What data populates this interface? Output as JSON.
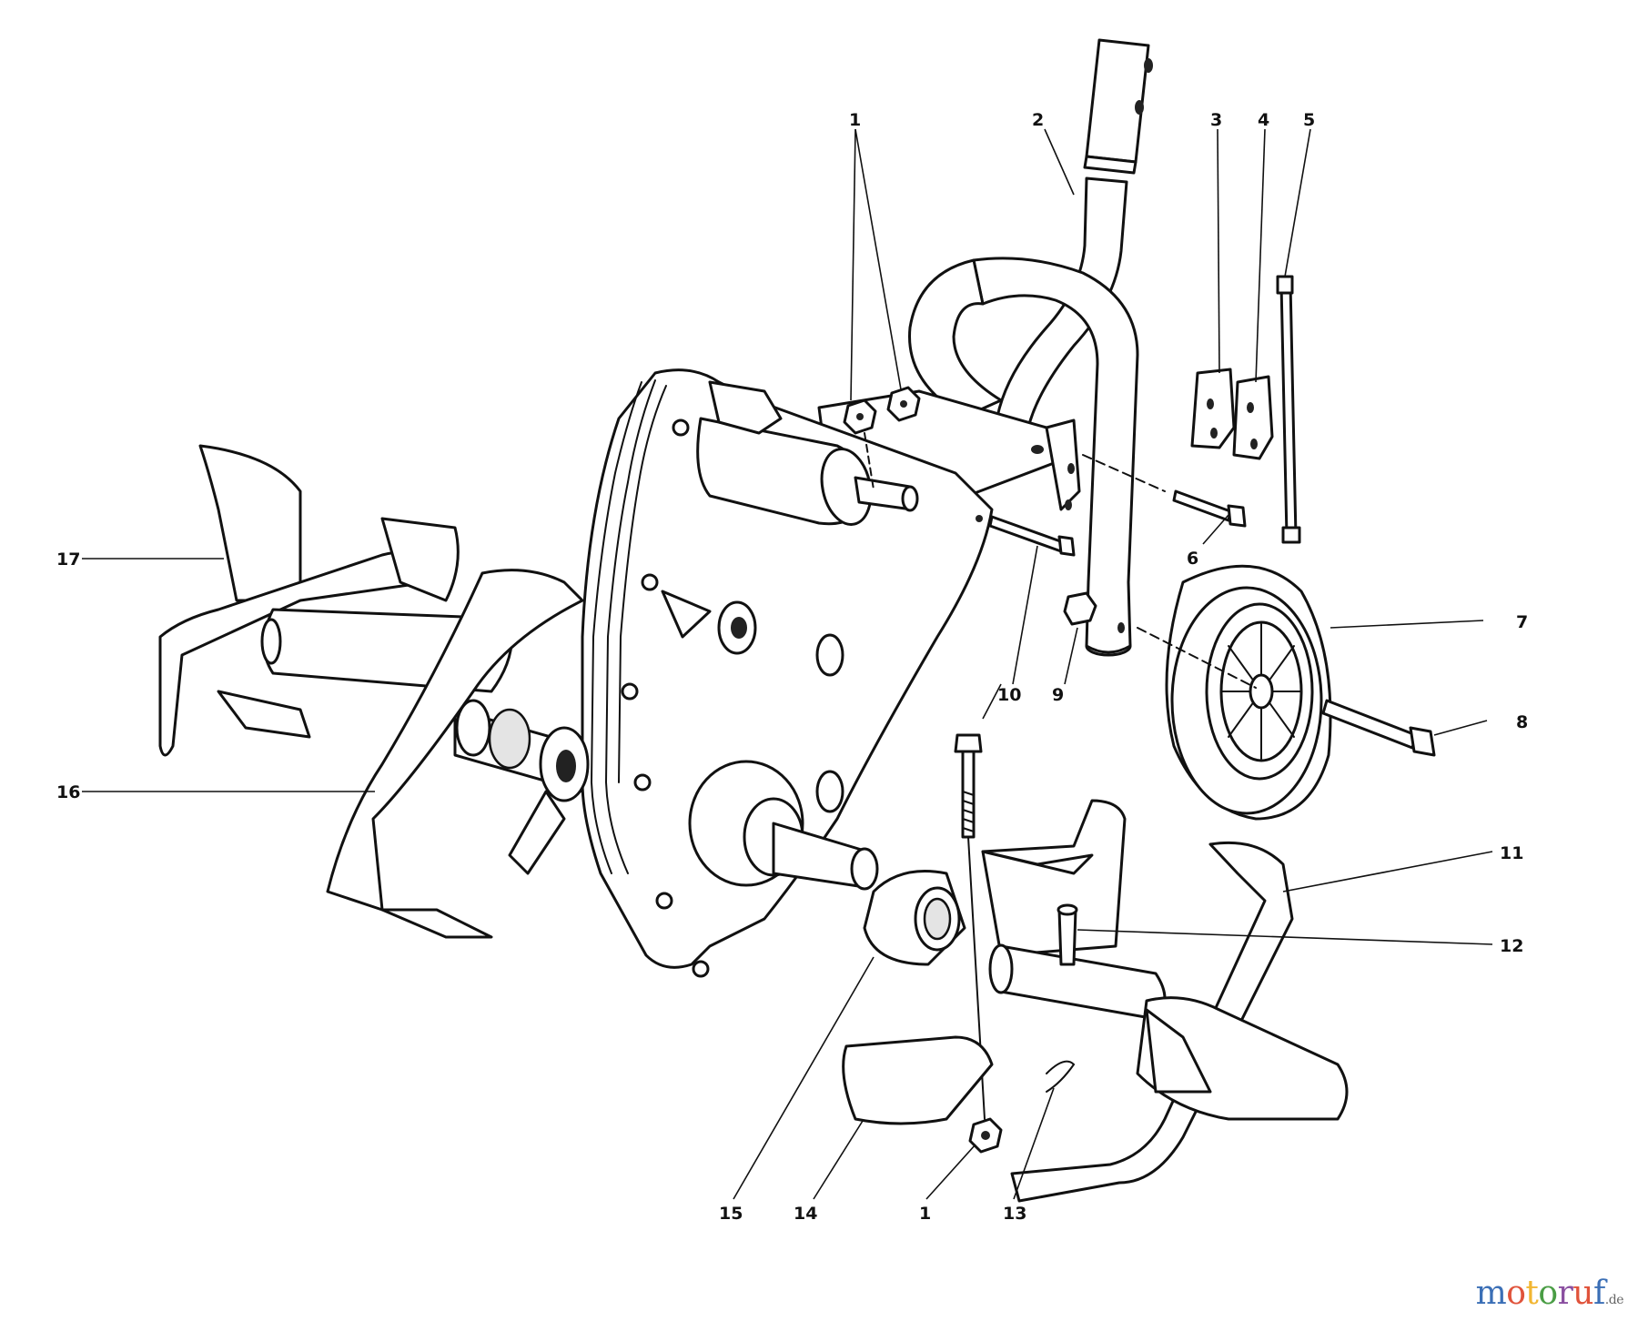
{
  "diagram": {
    "labels": {
      "l1a": "1",
      "l1b": "1",
      "l2": "2",
      "l3": "3",
      "l4": "4",
      "l5": "5",
      "l6": "6",
      "l7": "7",
      "l8": "8",
      "l9": "9",
      "l10": "10",
      "l11": "11",
      "l12": "12",
      "l13": "13",
      "l14": "14",
      "l15": "15",
      "l16": "16",
      "l17": "17"
    }
  },
  "watermark": {
    "logo_text": "motoruf",
    "suffix": ".de",
    "colors": [
      "#3b6fb6",
      "#e0533b",
      "#f2b632",
      "#4a9d45",
      "#8a4fa0",
      "#e0533b",
      "#3b6fb6"
    ]
  }
}
